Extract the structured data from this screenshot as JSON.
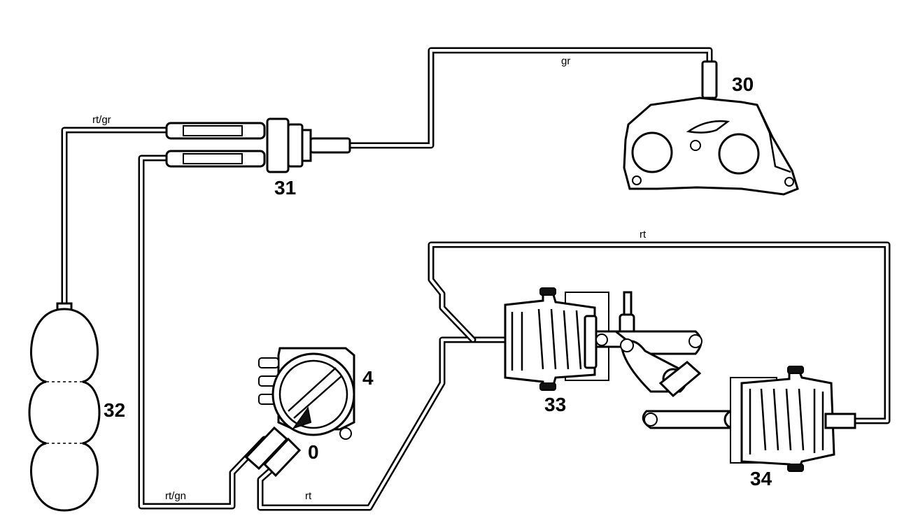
{
  "labels": {
    "part_30": "30",
    "part_31": "31",
    "part_32": "32",
    "part_4": "4",
    "pos_0": "0",
    "part_33": "33",
    "part_34": "34"
  },
  "line_colors": {
    "gr": "gr",
    "rt_gr": "rt/gr",
    "rt_gn": "rt/gn",
    "rt_bottom": "rt",
    "rt_top": "rt"
  }
}
